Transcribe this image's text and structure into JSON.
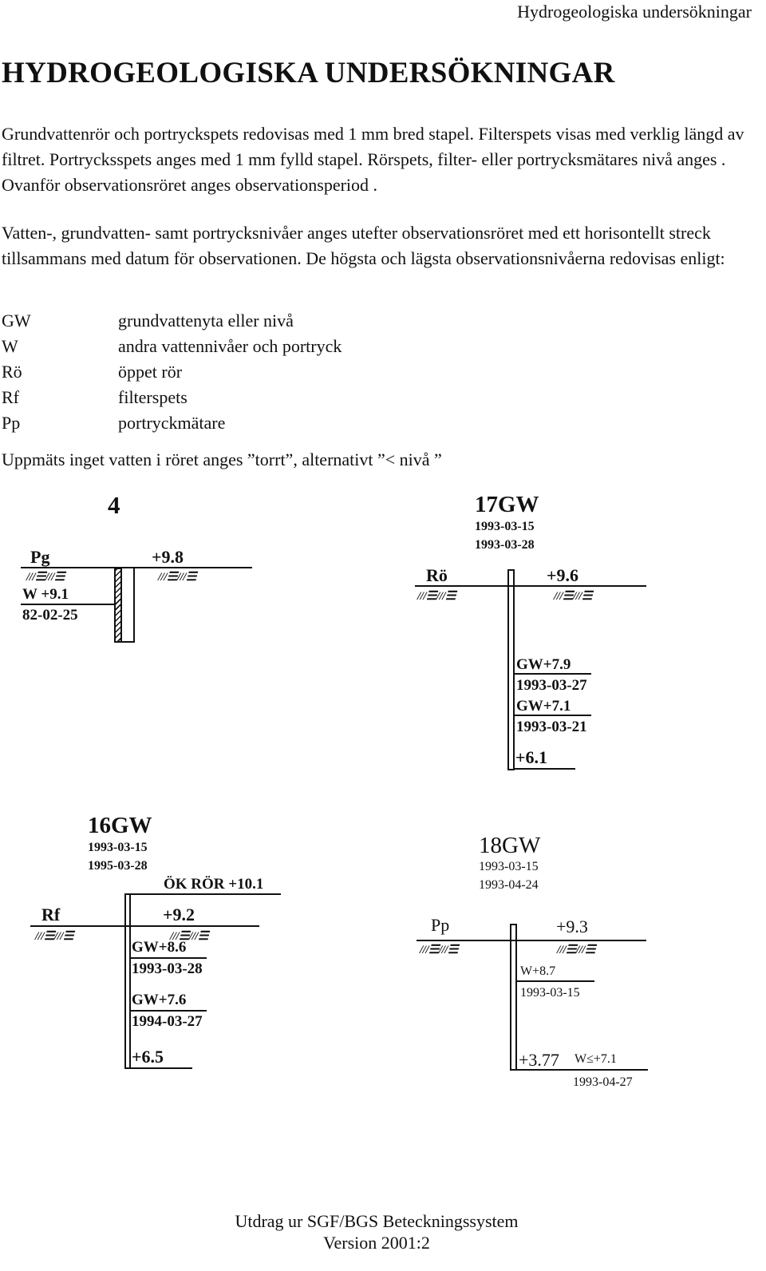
{
  "header": {
    "running_title": "Hydrogeologiska undersökningar"
  },
  "title": "HYDROGEOLOGISKA UNDERSÖKNINGAR",
  "paragraphs": {
    "p1": "Grundvattenrör och portryckspets redovisas med 1 mm bred stapel. Filterspets visas med verklig längd av filtret. Portrycksspets anges med 1 mm fylld stapel. Rörspets, filter- eller portrycksmätares nivå anges . Ovanför observationsröret anges observationsperiod .",
    "p2": "Vatten-, grundvatten- samt portrycksnivåer anges utefter observationsröret med ett horisontellt streck tillsammans med datum för observationen. De högsta och lägsta observationsnivåerna redovisas enligt:",
    "p3": "Uppmäts inget vatten i röret anges ”torrt”, alternativt ”< nivå ”"
  },
  "legend": [
    {
      "abbr": "GW",
      "desc": "grundvattenyta eller nivå"
    },
    {
      "abbr": "W",
      "desc": "andra vattennivåer och portryck"
    },
    {
      "abbr": "Rö",
      "desc": "öppet rör"
    },
    {
      "abbr": "Rf",
      "desc": "filterspets"
    },
    {
      "abbr": "Pp",
      "desc": "portryckmätare"
    }
  ],
  "hatch": "///☰///☰",
  "fig4": {
    "id": "4",
    "type": "Pg",
    "ground": "+9.8",
    "w_level": "W +9.1",
    "w_date": "82-02-25"
  },
  "fig17": {
    "id": "17GW",
    "date1": "1993-03-15",
    "date2": "1993-03-28",
    "type": "Rö",
    "ground": "+9.6",
    "obs1_level": "GW+7.9",
    "obs1_date": "1993-03-27",
    "obs2_level": "GW+7.1",
    "obs2_date": "1993-03-21",
    "bottom": "+6.1"
  },
  "fig16": {
    "id": "16GW",
    "date1": "1993-03-15",
    "date2": "1995-03-28",
    "pipe_top": "ÖK RÖR +10.1",
    "type": "Rf",
    "ground": "+9.2",
    "obs1_level": "GW+8.6",
    "obs1_date": "1993-03-28",
    "obs2_level": "GW+7.6",
    "obs2_date": "1994-03-27",
    "bottom": "+6.5"
  },
  "fig18": {
    "id": "18GW",
    "date1": "1993-03-15",
    "date2": "1993-04-24",
    "type": "Pp",
    "ground": "+9.3",
    "obs1_level": "W+8.7",
    "obs1_date": "1993-03-15",
    "bottom": "+3.77",
    "obs2_level": "W≤+7.1",
    "obs2_date": "1993-04-27"
  },
  "footer": {
    "line1": "Utdrag ur SGF/BGS Beteckningssystem",
    "line2": "Version 2001:2"
  }
}
